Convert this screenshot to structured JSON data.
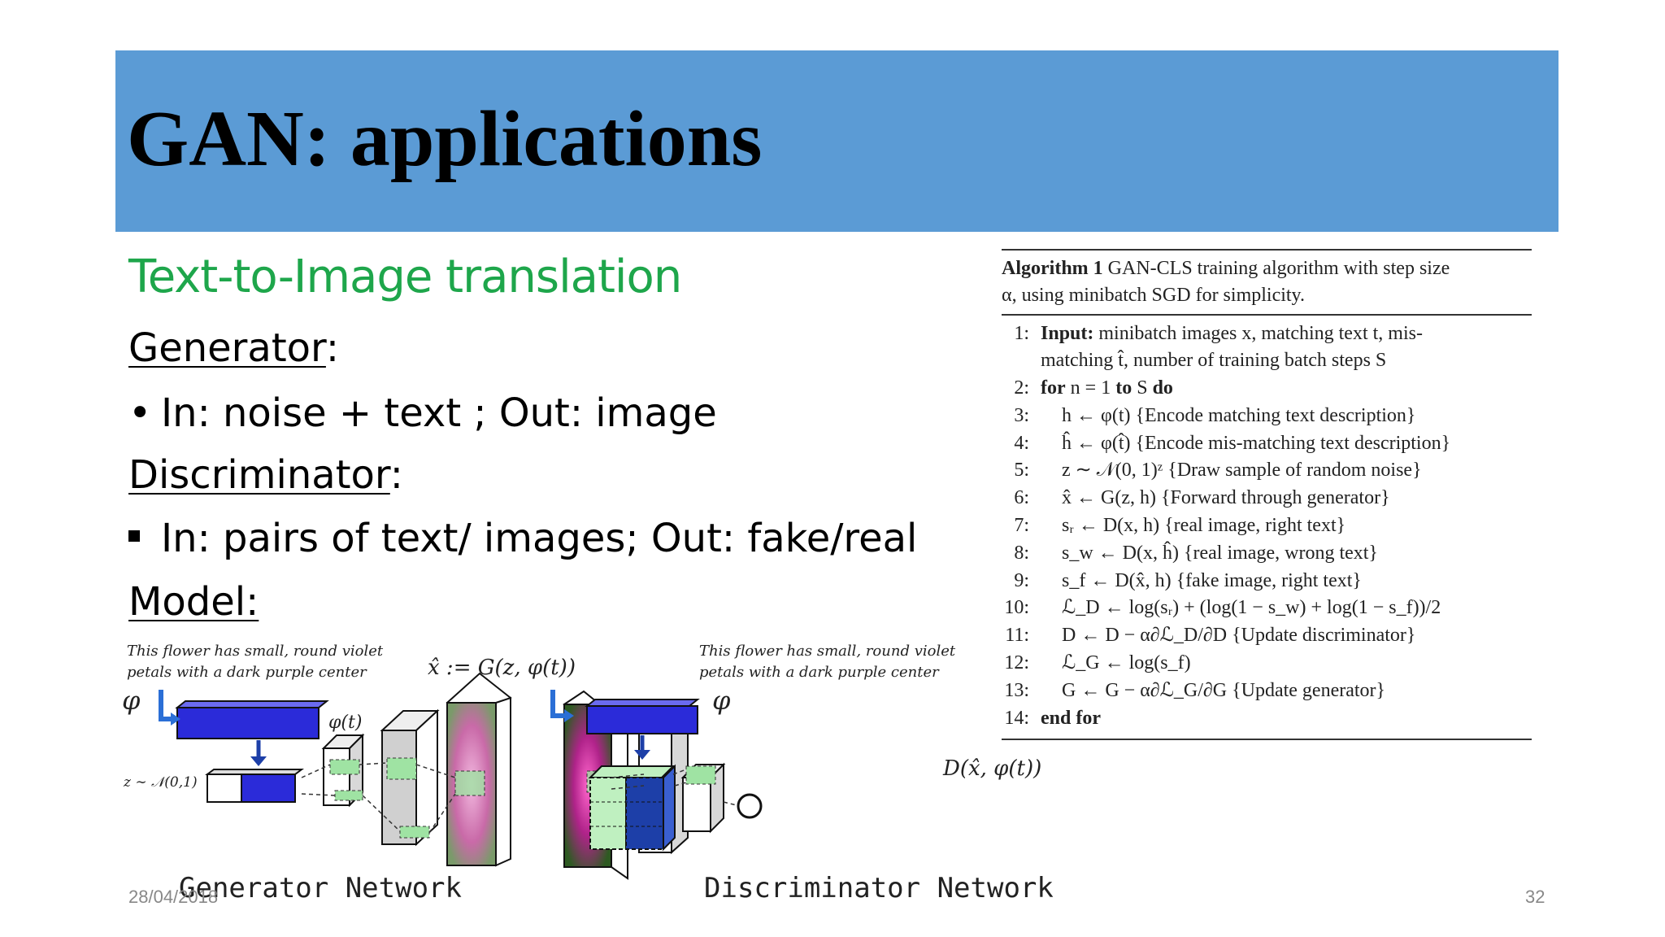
{
  "slide": {
    "title": "GAN: applications",
    "subtitle": "Text-to-Image translation",
    "generator_heading": "Generator",
    "generator_bullet": "In: noise + text ; Out: image",
    "discriminator_heading": "Discriminator",
    "discriminator_bullet": "In: pairs of text/ images; Out: fake/real",
    "model_heading": "Model:",
    "colon": ":"
  },
  "algorithm": {
    "label": "Algorithm 1",
    "caption_1": " GAN-CLS training algorithm with step size",
    "caption_2": "α, using minibatch SGD for simplicity.",
    "steps": [
      {
        "num": "1:",
        "bold": "Input:",
        "text": "  minibatch images x, matching text t, mis-"
      },
      {
        "num": "",
        "bold": "",
        "text": "matching t̂, number of training batch steps S"
      },
      {
        "num": "2:",
        "bold": "for",
        "text": " n = 1 ",
        "bold2": "to",
        "text2": " S ",
        "bold3": "do"
      },
      {
        "num": "3:",
        "text": "h ← φ(t) {Encode matching text description}"
      },
      {
        "num": "4:",
        "text": "ĥ ← φ(t̂) {Encode mis-matching text description}"
      },
      {
        "num": "5:",
        "text": "z ∼ 𝒩(0, 1)ᶻ {Draw sample of random noise}"
      },
      {
        "num": "6:",
        "text": "x̂ ← G(z, h) {Forward through generator}"
      },
      {
        "num": "7:",
        "text": "sᵣ ← D(x, h) {real image, right text}"
      },
      {
        "num": "8:",
        "text": "s_w ← D(x, ĥ) {real image, wrong text}"
      },
      {
        "num": "9:",
        "text": "s_f ← D(x̂, h) {fake image, right text}"
      },
      {
        "num": "10:",
        "text": "ℒ_D ← log(sᵣ) + (log(1 − s_w) + log(1 − s_f))/2"
      },
      {
        "num": "11:",
        "text": "D ← D − α∂ℒ_D/∂D {Update discriminator}"
      },
      {
        "num": "12:",
        "text": "ℒ_G ← log(s_f)"
      },
      {
        "num": "13:",
        "text": "G ← G − α∂ℒ_G/∂G {Update generator}"
      },
      {
        "num": "14:",
        "bold": "end for",
        "text": ""
      }
    ]
  },
  "figure": {
    "caption_left_1": "This flower has small, round violet",
    "caption_left_2": "petals with a dark purple center",
    "caption_right_1": "This flower has small, round violet",
    "caption_right_2": "petals with a dark purple center",
    "phi_left": "φ",
    "phi_right": "φ",
    "phi_t": "φ(t)",
    "z_noise": "z ∼ 𝒩(0,1)",
    "x_hat": "x̂ := G(z, φ(t))",
    "d_out": "D(x̂, φ(t))",
    "generator_label": "Generator Network",
    "discriminator_label": "Discriminator Network",
    "colors": {
      "blue": "#2b2bd9",
      "green": "#9fe3a3",
      "navy": "#1d3fa8"
    }
  },
  "footer": {
    "date": "28/04/2018",
    "page": "32"
  }
}
